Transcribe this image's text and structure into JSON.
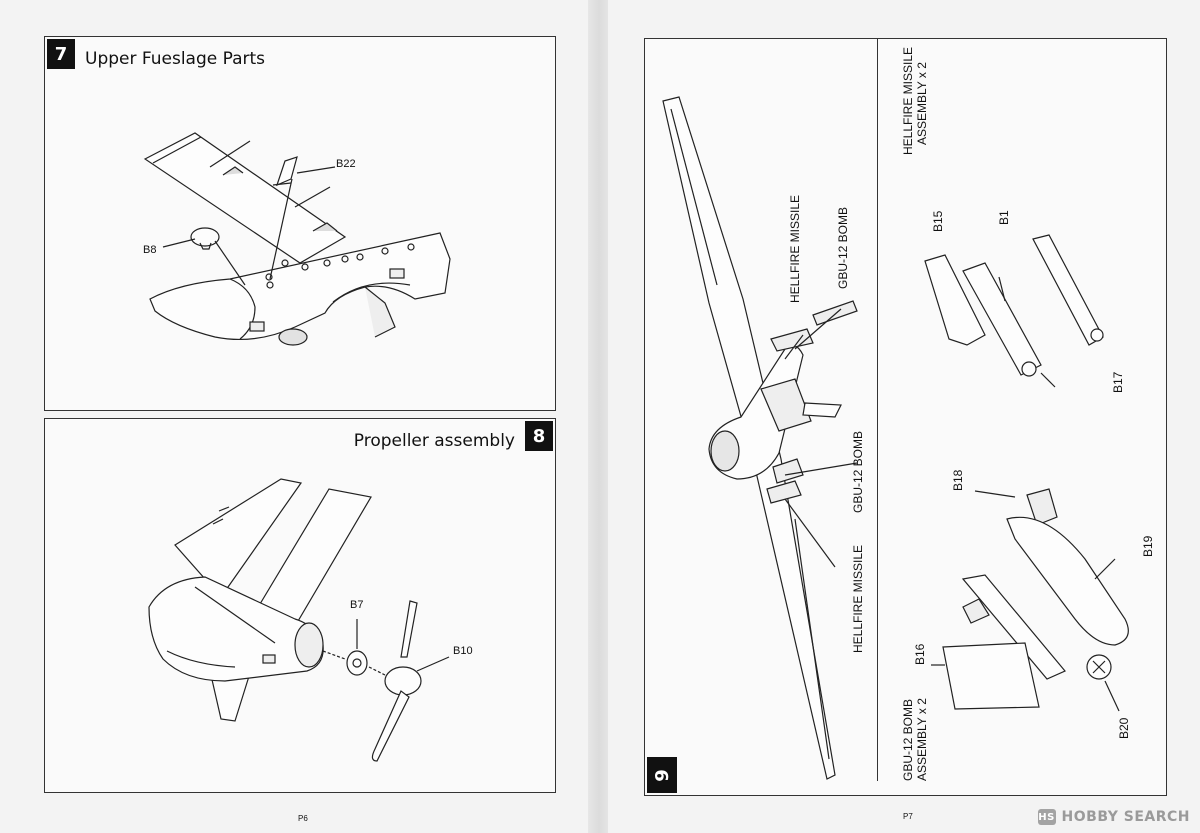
{
  "left_page": {
    "page_number": "P6",
    "step7": {
      "number": "7",
      "title": "Upper Fueslage Parts",
      "parts": [
        "B22",
        "B8"
      ]
    },
    "step8": {
      "number": "8",
      "title": "Propeller assembly",
      "parts": [
        "B7",
        "B10"
      ]
    }
  },
  "right_page": {
    "page_number": "P7",
    "step9": {
      "number": "9",
      "callouts": [
        "HELLFIRE MISSILE",
        "GBU-12 BOMB",
        "GBU-12 BOMB",
        "HELLFIRE MISSILE"
      ],
      "hellfire_assembly": {
        "title": "HELLFIRE MISSILE",
        "qty": "ASSEMBLY x 2",
        "parts": [
          "B15",
          "B1",
          "B17"
        ]
      },
      "gbu_assembly": {
        "title": "GBU-12 BOMB",
        "qty": "ASSEMBLY x 2",
        "parts": [
          "B18",
          "B19",
          "B16",
          "B20"
        ]
      }
    }
  },
  "watermark": {
    "logo": "HS",
    "text": "HOBBY SEARCH"
  }
}
